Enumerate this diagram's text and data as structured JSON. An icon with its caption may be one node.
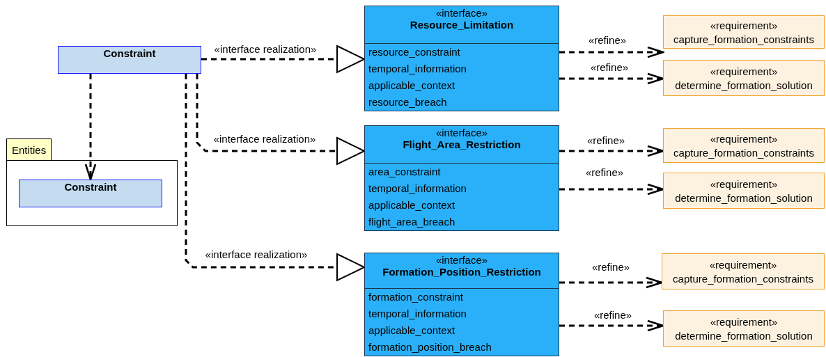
{
  "diagram": {
    "nodes": [
      {
        "text": [
          "Constraint"
        ]
      },
      {
        "text": [
          "Entities"
        ]
      },
      {
        "text": [
          "Constraint"
        ],
        "in": 1
      },
      {
        "text": [
          "«interface»",
          "Resource_Limitation",
          "resource_constraint",
          "temporal_information",
          "applicable_context",
          "resource_breach"
        ]
      },
      {
        "text": [
          "«requirement»",
          "capture_formation_constraints"
        ]
      },
      {
        "text": [
          "«requirement»",
          "determine_formation_solution"
        ]
      },
      {
        "text": [
          "«interface»",
          "Flight_Area_Restriction",
          "area_constraint",
          "temporal_information",
          "applicable_context",
          "flight_area_breach"
        ]
      },
      {
        "text": [
          "«requirement»",
          "capture_formation_constraints"
        ]
      },
      {
        "text": [
          "«requirement»",
          "determine_formation_solution"
        ]
      },
      {
        "text": [
          "«interface»",
          "Formation_Position_Restriction",
          "formation_constraint",
          "temporal_information",
          "applicable_context",
          "formation_position_breach"
        ]
      },
      {
        "text": [
          "«requirement»",
          "capture_formation_constraints"
        ]
      },
      {
        "text": [
          "«requirement»",
          "determine_formation_solution"
        ]
      }
    ],
    "edges": [
      {
        "from": 0,
        "to": 2,
        "arrow": "to",
        "style": "dashed"
      },
      {
        "from": 0,
        "to": 3,
        "arrow": "to",
        "style": "dashed",
        "label": "«interface realization»"
      },
      {
        "from": 0,
        "to": 6,
        "arrow": "to",
        "style": "dashed",
        "label": "«interface realization»"
      },
      {
        "from": 0,
        "to": 9,
        "arrow": "to",
        "style": "dashed",
        "label": "«interface realization»"
      },
      {
        "from": 3,
        "to": 4,
        "arrow": "to",
        "style": "dashed",
        "label": "«refine»"
      },
      {
        "from": 3,
        "to": 5,
        "arrow": "to",
        "style": "dashed",
        "label": "«refine»"
      },
      {
        "from": 6,
        "to": 7,
        "arrow": "to",
        "style": "dashed",
        "label": "«refine»"
      },
      {
        "from": 6,
        "to": 8,
        "arrow": "to",
        "style": "dashed",
        "label": "«refine»"
      },
      {
        "from": 9,
        "to": 10,
        "arrow": "to",
        "style": "dashed",
        "label": "«refine»"
      },
      {
        "from": 9,
        "to": 11,
        "arrow": "to",
        "style": "dashed",
        "label": "«refine»"
      }
    ]
  }
}
